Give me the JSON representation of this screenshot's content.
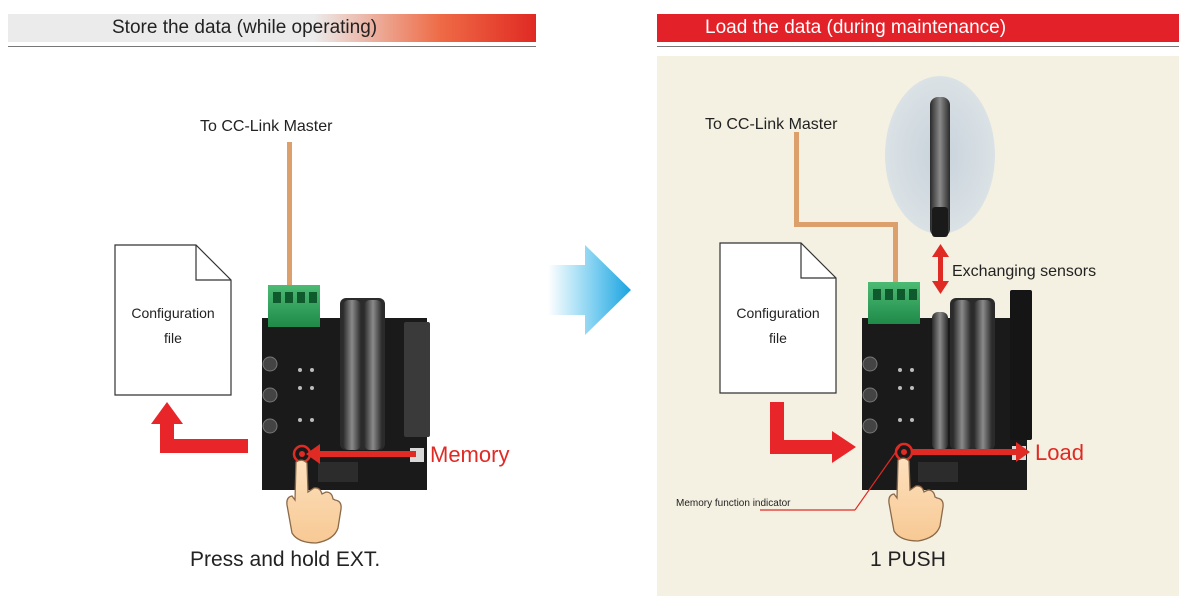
{
  "left_panel": {
    "heading": "Store the data (while operating)",
    "master_label": "To CC-Link Master",
    "file_label_line1": "Configuration",
    "file_label_line2": "file",
    "action_label": "Memory",
    "caption": "Press and hold EXT."
  },
  "right_panel": {
    "heading": "Load the data (during maintenance)",
    "master_label": "To CC-Link Master",
    "file_label_line1": "Configuration",
    "file_label_line2": "file",
    "action_label": "Load",
    "sensor_label": "Exchanging sensors",
    "indicator_label": "Memory function indicator",
    "caption": "1 PUSH"
  },
  "colors": {
    "accent_red": "#e02a24",
    "cable": "#dba06c",
    "panel_bg": "#f4f1e2",
    "transition_arrow": "#26a7e0"
  }
}
